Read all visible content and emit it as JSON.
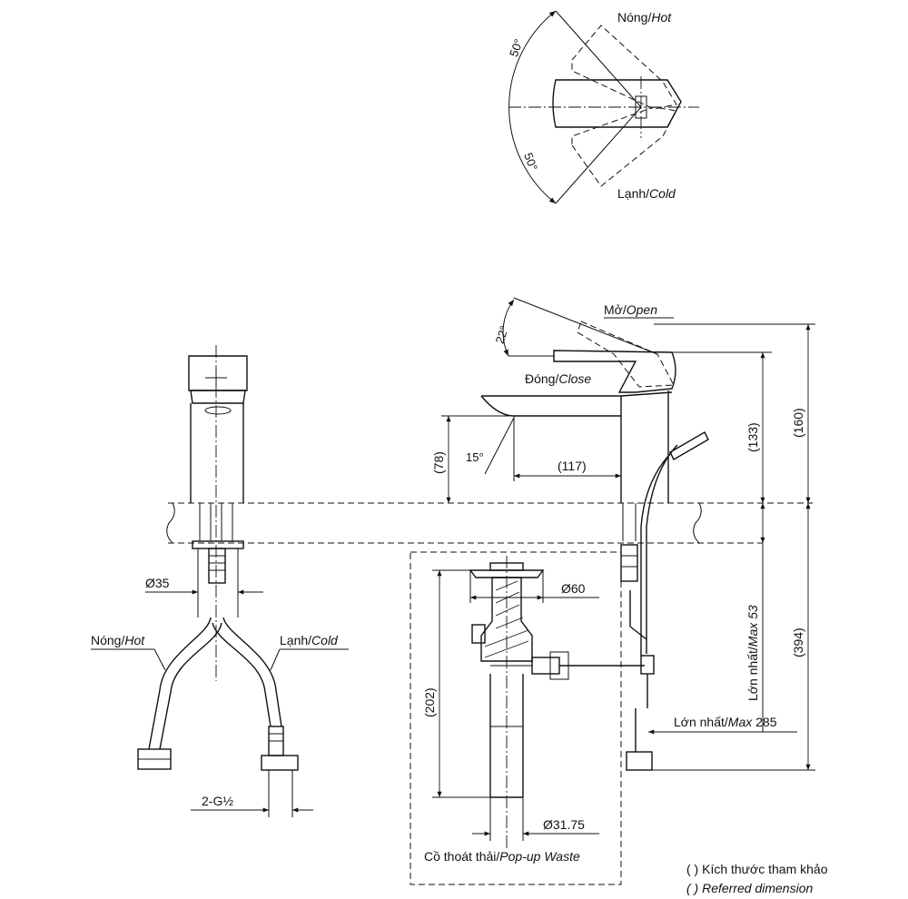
{
  "top_view": {
    "angle_hot": "50°",
    "angle_cold": "50°",
    "hot_label": "Nóng/",
    "hot_label_en": "Hot",
    "cold_label": "Lạnh/",
    "cold_label_en": "Cold"
  },
  "side_view": {
    "open_label": "Mở/",
    "open_label_en": "Open",
    "close_label": "Đóng/",
    "close_label_en": "Close",
    "lever_angle": "22°",
    "spout_angle": "15°",
    "dim_spout_reach": "(117)",
    "dim_spout_height": "(78)",
    "dim_lever_height": "(133)",
    "dim_total_height": "(160)",
    "dim_below_deck": "(394)",
    "max_thickness_label": "Lớn nhất/",
    "max_thickness_label_en": "Max 53",
    "max_rod_label": "Lớn nhất/",
    "max_rod_label_en": "Max",
    "max_rod_value": "285"
  },
  "front_view": {
    "shank_dia": "Ø35",
    "hot_label": "Nóng/",
    "hot_label_en": "Hot",
    "cold_label": "Lạnh/",
    "cold_label_en": "Cold",
    "thread": "2-G½"
  },
  "waste": {
    "flange_dia": "Ø60",
    "height": "(202)",
    "tail_dia": "Ø31.75",
    "caption": "Cồ thoát thải/",
    "caption_en": "Pop-up Waste"
  },
  "legend": {
    "line1": "( ) Kích thước tham khảo",
    "line2": "( ) Referred dimension"
  }
}
